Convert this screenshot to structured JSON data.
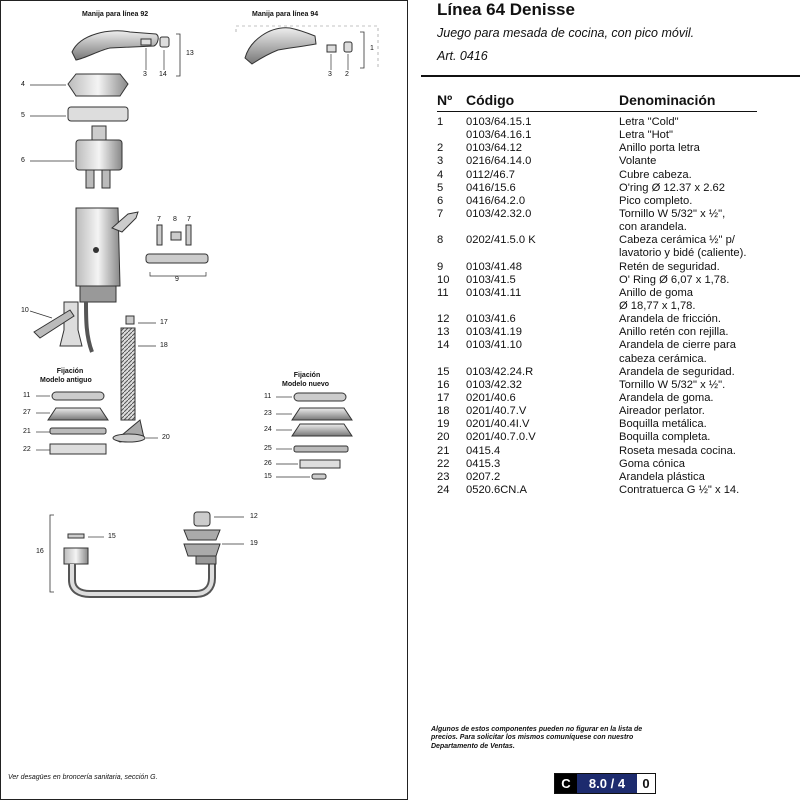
{
  "diagram": {
    "handle_92_title": "Manija para línea 92",
    "handle_94_title": "Manija para línea 94",
    "fix_old_title_1": "Fijación",
    "fix_old_title_2": "Modelo antiguo",
    "fix_new_title_1": "Fijación",
    "fix_new_title_2": "Modelo nuevo",
    "callouts": {
      "n13": "13",
      "n3a": "3",
      "n14": "14",
      "n3b": "3",
      "n2": "2",
      "n1": "1",
      "n4": "4",
      "n5": "5",
      "n6": "6",
      "n7a": "7",
      "n8": "8",
      "n7b": "7",
      "n9": "9",
      "n10": "10",
      "n17": "17",
      "n18": "18",
      "n20": "20",
      "old11": "11",
      "old27": "27",
      "old21": "21",
      "old22": "22",
      "new11": "11",
      "new23": "23",
      "new24": "24",
      "new25": "25",
      "new26": "26",
      "new15": "15",
      "n12": "12",
      "n15": "15",
      "n16": "16",
      "n19": "19"
    },
    "footnote": "Ver desagües en broncería sanitaria, sección G."
  },
  "header": {
    "title": "Línea 64 Denisse",
    "subtitle": "Juego para mesada de cocina, con pico móvil.",
    "article": "Art. 0416"
  },
  "table": {
    "col_n": "Nº",
    "col_code": "Código",
    "col_name": "Denominación",
    "rows": [
      {
        "n": "1",
        "code": "0103/64.15.1",
        "name": "Letra \"Cold\""
      },
      {
        "n": "",
        "code": "0103/64.16.1",
        "name": "Letra \"Hot\""
      },
      {
        "n": "2",
        "code": "0103/64.12",
        "name": "Anillo porta letra"
      },
      {
        "n": "3",
        "code": "0216/64.14.0",
        "name": "Volante"
      },
      {
        "n": "4",
        "code": "0112/46.7",
        "name": "Cubre cabeza."
      },
      {
        "n": "5",
        "code": "0416/15.6",
        "name": "O'ring Ø 12.37 x 2.62"
      },
      {
        "n": "6",
        "code": "0416/64.2.0",
        "name": "Pico completo."
      },
      {
        "n": "7",
        "code": "0103/42.32.0",
        "name": "Tornillo W 5/32\" x ½\","
      },
      {
        "n": "",
        "code": "",
        "name": "con arandela."
      },
      {
        "n": "8",
        "code": "0202/41.5.0 K",
        "name": "Cabeza cerámica ½\" p/"
      },
      {
        "n": "",
        "code": "",
        "name": "lavatorio y bidé (caliente)."
      },
      {
        "n": "9",
        "code": "0103/41.48",
        "name": "Retén de seguridad."
      },
      {
        "n": "10",
        "code": "0103/41.5",
        "name": "O' Ring Ø 6,07 x 1,78."
      },
      {
        "n": "11",
        "code": "0103/41.11",
        "name": "Anillo de goma"
      },
      {
        "n": "",
        "code": "",
        "name": "Ø 18,77 x 1,78."
      },
      {
        "n": "12",
        "code": "0103/41.6",
        "name": "Arandela de fricción."
      },
      {
        "n": "13",
        "code": "0103/41.19",
        "name": "Anillo retén con rejilla."
      },
      {
        "n": "14",
        "code": "0103/41.10",
        "name": "Arandela de cierre para"
      },
      {
        "n": "",
        "code": "",
        "name": "cabeza cerámica."
      },
      {
        "n": "15",
        "code": "0103/42.24.R",
        "name": "Arandela de seguridad."
      },
      {
        "n": "16",
        "code": "0103/42.32",
        "name": "Tornillo W 5/32\" x ½\"."
      },
      {
        "n": "17",
        "code": "0201/40.6",
        "name": "Arandela de goma."
      },
      {
        "n": "18",
        "code": "0201/40.7.V",
        "name": "Aireador perlator."
      },
      {
        "n": "19",
        "code": "0201/40.4I.V",
        "name": "Boquilla metálica."
      },
      {
        "n": "20",
        "code": "0201/40.7.0.V",
        "name": "Boquilla completa."
      },
      {
        "n": "21",
        "code": "0415.4",
        "name": "Roseta mesada cocina."
      },
      {
        "n": "22",
        "code": "0415.3",
        "name": "Goma cónica"
      },
      {
        "n": "23",
        "code": "0207.2",
        "name": "Arandela plástica"
      },
      {
        "n": "24",
        "code": "0520.6CN.A",
        "name": "Contratuerca G ½\" x 14."
      }
    ]
  },
  "note": "Algunos de estos componentes pueden no figurar en la lista de precios. Para solicitar los mismos comuníquese con nuestro Departamento de Ventas.",
  "badge": {
    "letter": "C",
    "value": "8.0 / 4",
    "zero": "0"
  },
  "colors": {
    "badge_blue": "#1d2b6e"
  }
}
